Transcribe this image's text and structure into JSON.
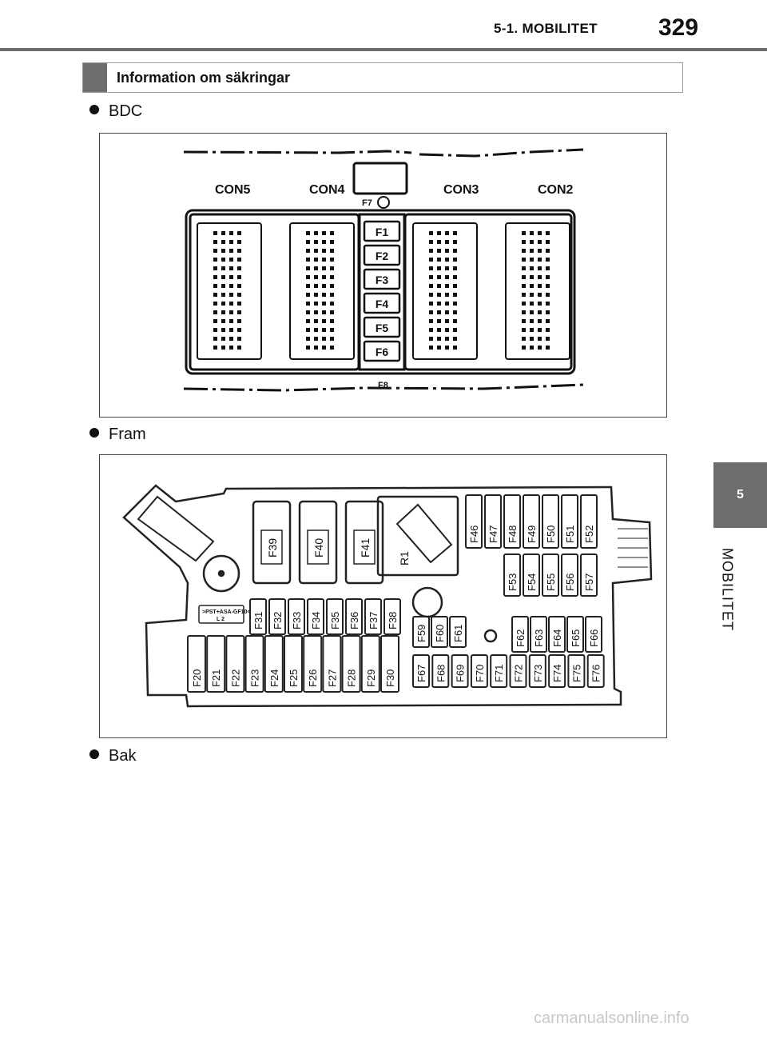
{
  "header": {
    "section": "5-1. MOBILITET",
    "page_number": "329"
  },
  "side_tab": {
    "number": "5",
    "label": "MOBILITET"
  },
  "info_box": {
    "title": "Information om säkringar"
  },
  "bullets": {
    "bdc": "BDC",
    "fram": "Fram",
    "bak": "Bak"
  },
  "bdc_diagram": {
    "connectors": [
      "CON5",
      "CON4",
      "CON3",
      "CON2"
    ],
    "fuses": [
      "F1",
      "F2",
      "F3",
      "F4",
      "F5",
      "F6"
    ],
    "top_label": "F7",
    "bottom_label": "F8"
  },
  "fram_diagram": {
    "large_fuses": [
      "F39",
      "F40",
      "F41"
    ],
    "relay": "R1",
    "top_row": [
      "F46",
      "F47",
      "F48",
      "F49",
      "F50",
      "F51",
      "F52"
    ],
    "second_row": [
      "F53",
      "F54",
      "F55",
      "F56",
      "F57"
    ],
    "middle_row": [
      "F31",
      "F32",
      "F33",
      "F34",
      "F35",
      "F36",
      "F37",
      "F38"
    ],
    "left_row": [
      "F20",
      "F21",
      "F22",
      "F23",
      "F24",
      "F25",
      "F26",
      "F27",
      "F28",
      "F29",
      "F30"
    ],
    "center_upper": [
      "F59",
      "F60",
      "F61"
    ],
    "right_upper": [
      "F62",
      "F63",
      "F64",
      "F65",
      "F66"
    ],
    "lower_row": [
      "F67",
      "F68",
      "F69",
      "F70",
      "F71",
      "F72",
      "F73",
      "F74",
      "F75",
      "F76"
    ],
    "tag_line1": ">PST+ASA-GF10<",
    "tag_line2": "L 2"
  },
  "watermark": "carmanualsonline.info"
}
